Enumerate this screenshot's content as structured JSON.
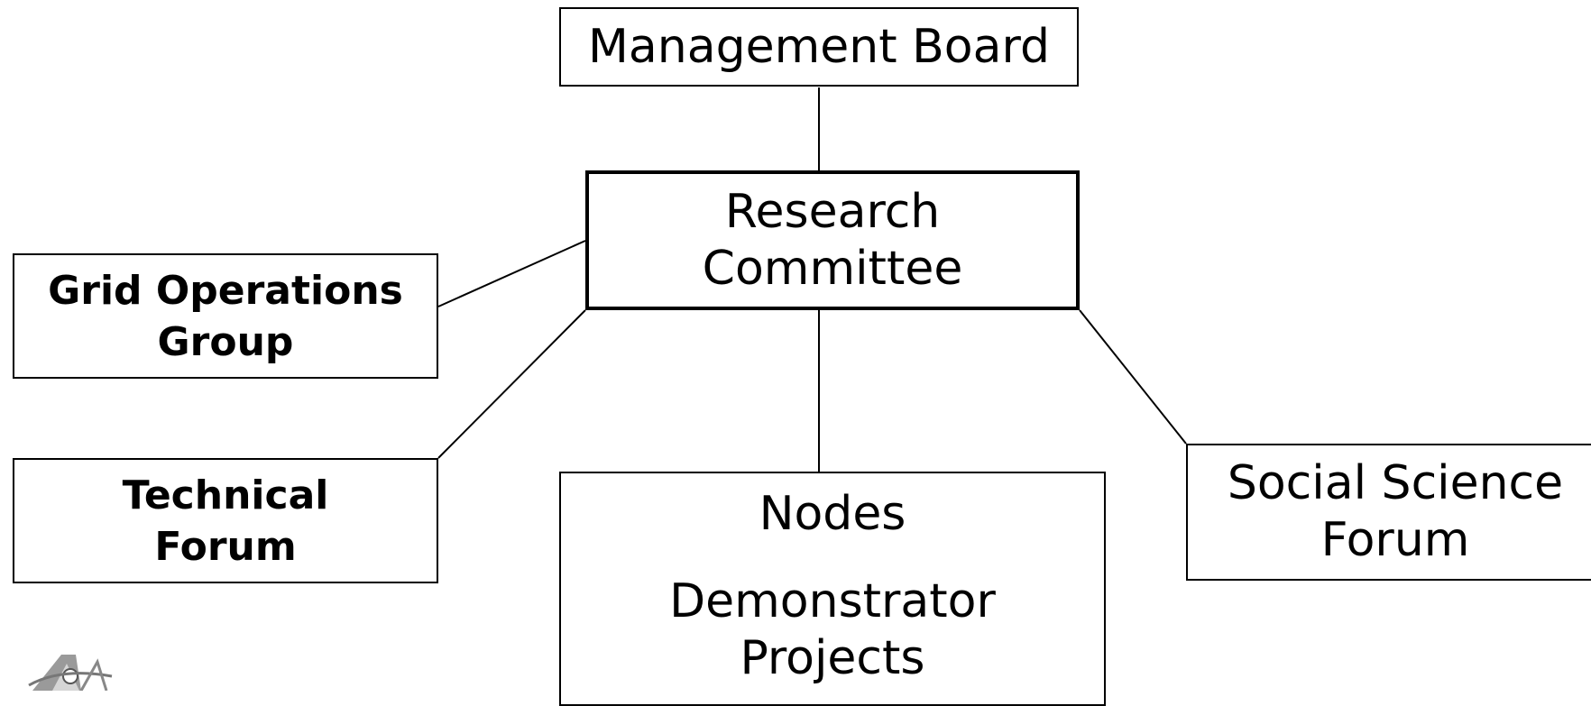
{
  "diagram": {
    "nodes": {
      "management_board": "Management Board",
      "research_committee": "Research\nCommittee",
      "grid_operations_group": "Grid Operations\nGroup",
      "technical_forum": "Technical\nForum",
      "nodes_box": {
        "line1": "Nodes",
        "line2": "Demonstrator\nProjects"
      },
      "social_science_forum": "Social Science\nForum"
    },
    "edges": [
      {
        "from": "management_board",
        "to": "research_committee"
      },
      {
        "from": "research_committee",
        "to": "grid_operations_group"
      },
      {
        "from": "research_committee",
        "to": "technical_forum"
      },
      {
        "from": "research_committee",
        "to": "nodes_box"
      },
      {
        "from": "research_committee",
        "to": "social_science_forum"
      }
    ],
    "logo_icon": "organization-logo-icon"
  }
}
